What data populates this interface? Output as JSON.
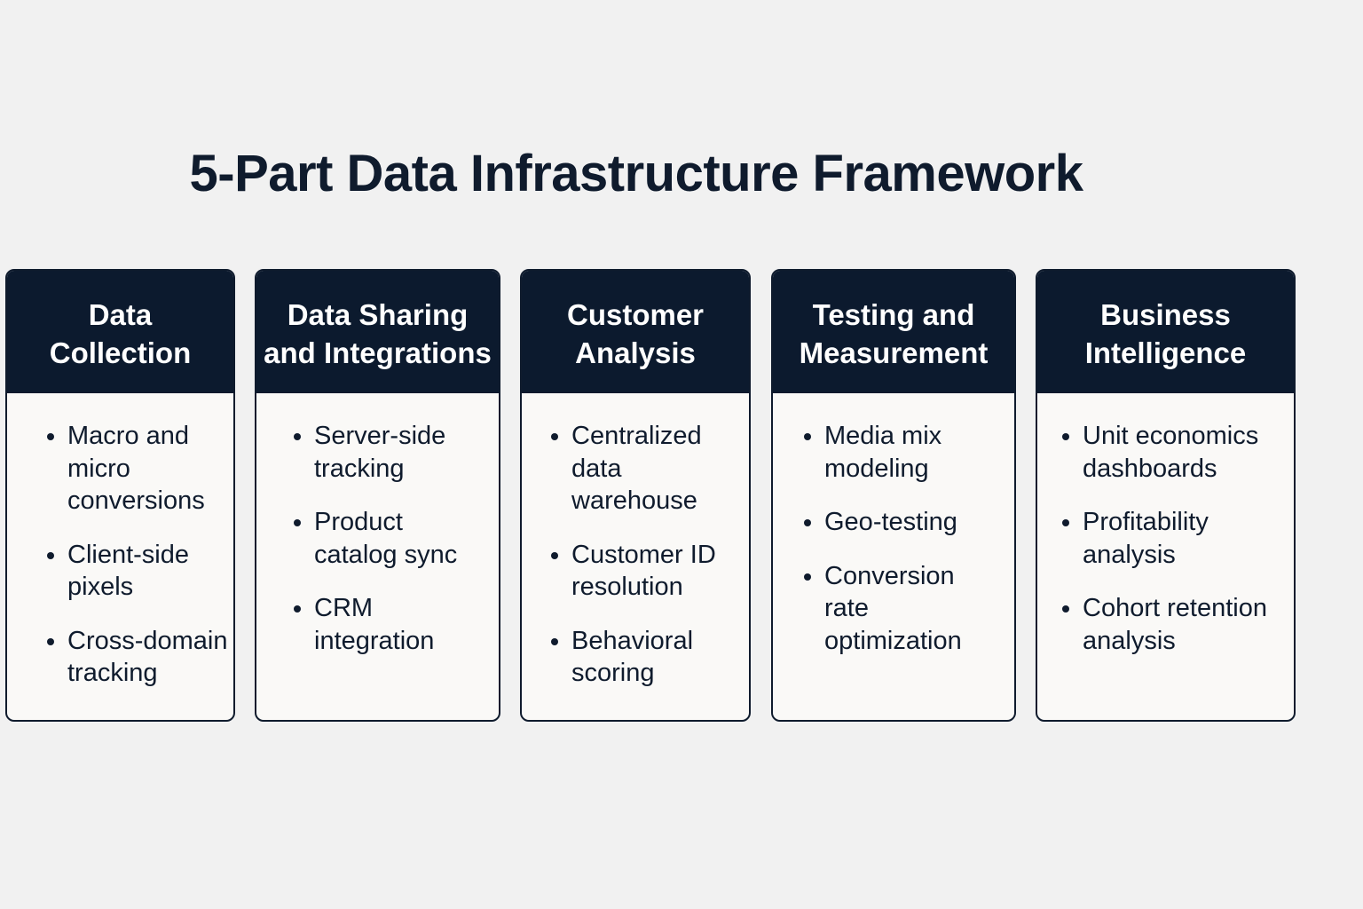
{
  "title": "5-Part Data Infrastructure Framework",
  "colors": {
    "header_bg": "#0c1a2e",
    "header_text": "#ffffff",
    "card_bg": "#faf9f7",
    "page_bg": "#f1f1f1",
    "text": "#0f1b2d"
  },
  "cards": [
    {
      "title_lines": [
        "Data",
        "Collection"
      ],
      "items": [
        "Macro and\nmicro\nconversions",
        "Client-side\npixels",
        "Cross-domain\ntracking"
      ]
    },
    {
      "title_lines": [
        "Data Sharing",
        "and Integrations"
      ],
      "items": [
        "Server-side\ntracking",
        "Product\ncatalog sync",
        "CRM\nintegration"
      ]
    },
    {
      "title_lines": [
        "Customer",
        "Analysis"
      ],
      "items": [
        "Centralized\ndata warehouse",
        "Customer ID\nresolution",
        "Behavioral\nscoring"
      ]
    },
    {
      "title_lines": [
        "Testing and",
        "Measurement"
      ],
      "items": [
        "Media mix\nmodeling",
        "Geo-testing",
        "Conversion\nrate\noptimization"
      ]
    },
    {
      "title_lines": [
        "Business",
        "Intelligence"
      ],
      "items": [
        "Unit economics\ndashboards",
        "Profitability\nanalysis",
        "Cohort retention\nanalysis"
      ]
    }
  ]
}
